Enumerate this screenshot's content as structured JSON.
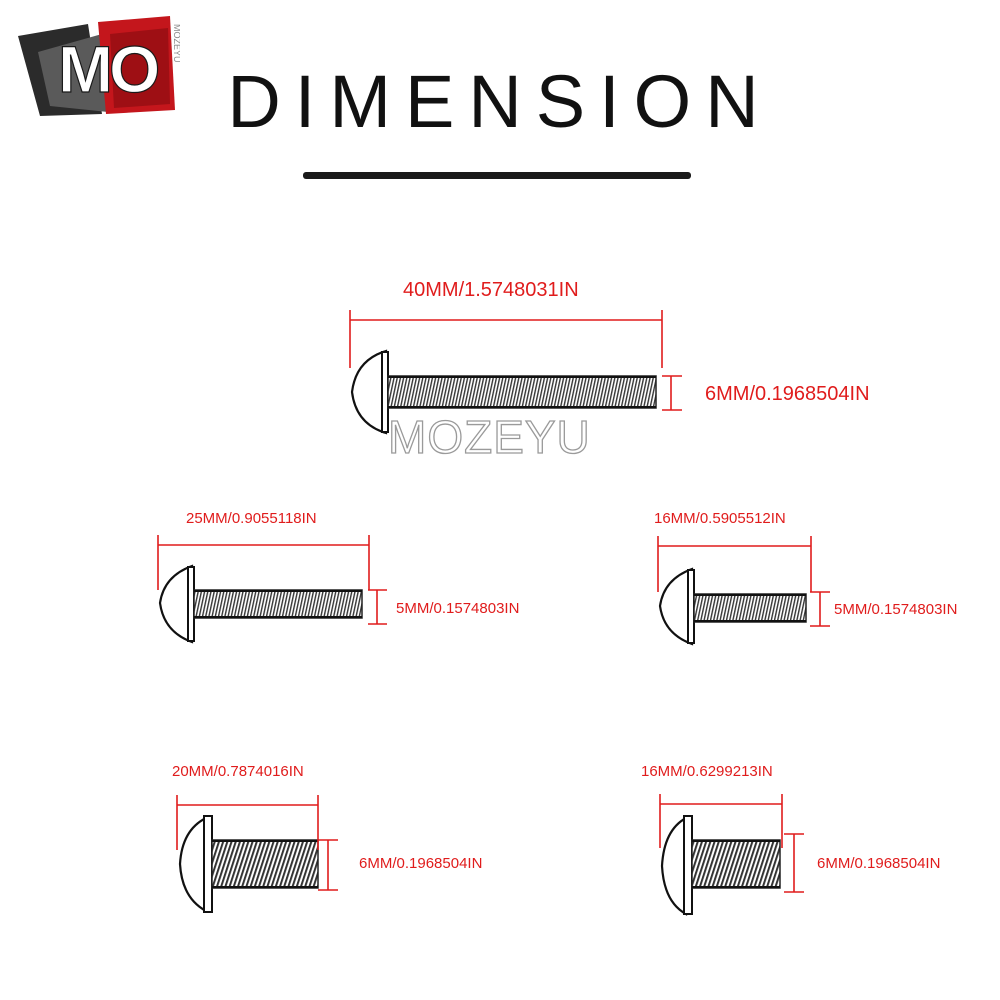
{
  "brand": {
    "logo_text": "MO",
    "logo_side_text": "MOZEYU",
    "watermark": "MOZEYU",
    "colors": {
      "red": "#c4161c",
      "dark": "#2b2b2b",
      "gray": "#8a8a8a",
      "label": "#e01c1c"
    }
  },
  "title": "DIMENSION",
  "screws": [
    {
      "length_label": "40MM/1.5748031IN",
      "diameter_label": "6MM/0.1968504IN"
    },
    {
      "length_label": "25MM/0.9055118IN",
      "diameter_label": "5MM/0.1574803IN"
    },
    {
      "length_label": "16MM/0.5905512IN",
      "diameter_label": "5MM/0.1574803IN"
    },
    {
      "length_label": "20MM/0.7874016IN",
      "diameter_label": "6MM/0.1968504IN"
    },
    {
      "length_label": "16MM/0.6299213IN",
      "diameter_label": "6MM/0.1968504IN"
    }
  ]
}
